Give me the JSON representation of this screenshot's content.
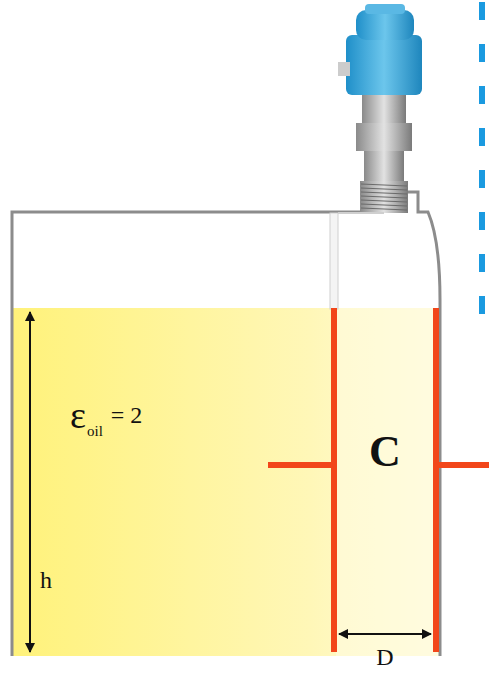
{
  "diagram": {
    "labels": [
      "ε",
      "oil",
      "= 2",
      "h",
      "C",
      "D"
    ]
  }
}
